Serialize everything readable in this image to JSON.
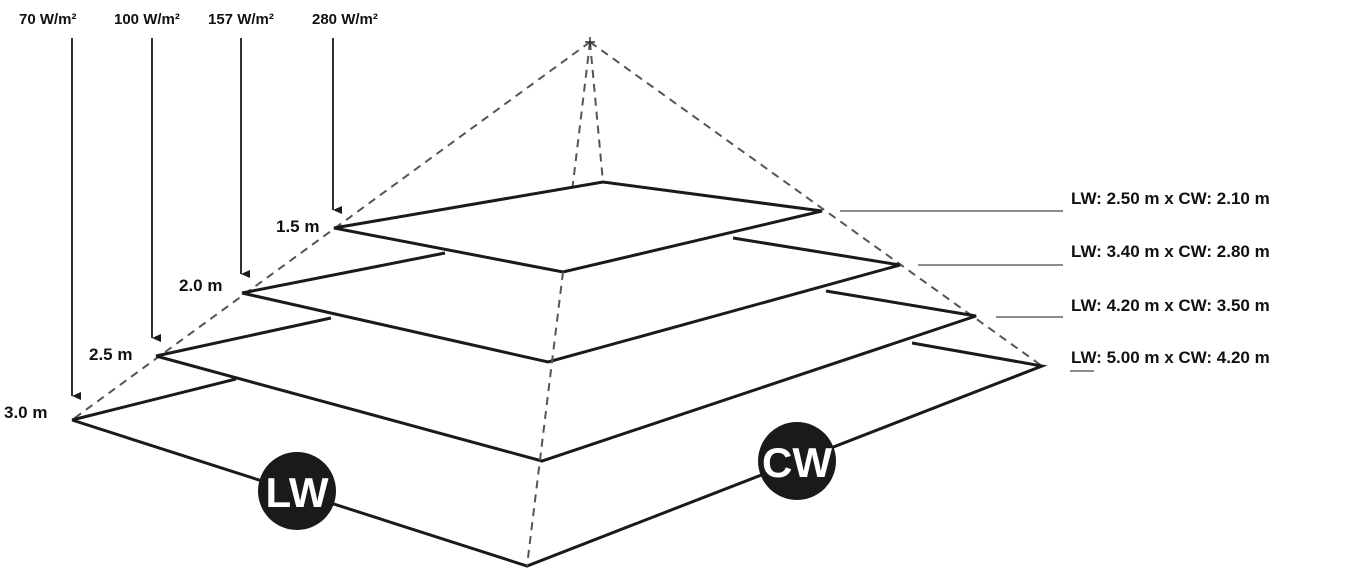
{
  "diagram": {
    "intensity_labels": [
      {
        "id": "i70",
        "text": "70 W/m²"
      },
      {
        "id": "i100",
        "text": "100 W/m²"
      },
      {
        "id": "i157",
        "text": "157 W/m²"
      },
      {
        "id": "i280",
        "text": "280 W/m²"
      }
    ],
    "height_labels": [
      {
        "id": "h15",
        "text": "1.5 m"
      },
      {
        "id": "h20",
        "text": "2.0 m"
      },
      {
        "id": "h25",
        "text": "2.5 m"
      },
      {
        "id": "h30",
        "text": "3.0 m"
      }
    ],
    "dimension_labels": [
      {
        "id": "d1",
        "text": "LW: 2.50 m x CW: 2.10 m"
      },
      {
        "id": "d2",
        "text": "LW: 3.40 m x CW: 2.80 m"
      },
      {
        "id": "d3",
        "text": "LW: 4.20 m x CW: 3.50 m"
      },
      {
        "id": "d4",
        "text": "LW: 5.00 m x CW: 4.20 m"
      }
    ],
    "badges": {
      "lw": "LW",
      "cw": "CW"
    },
    "colors": {
      "line": "#1a1a1a",
      "dashed": "#555555",
      "leader": "#666666",
      "badge": "#1a1a1a"
    }
  }
}
